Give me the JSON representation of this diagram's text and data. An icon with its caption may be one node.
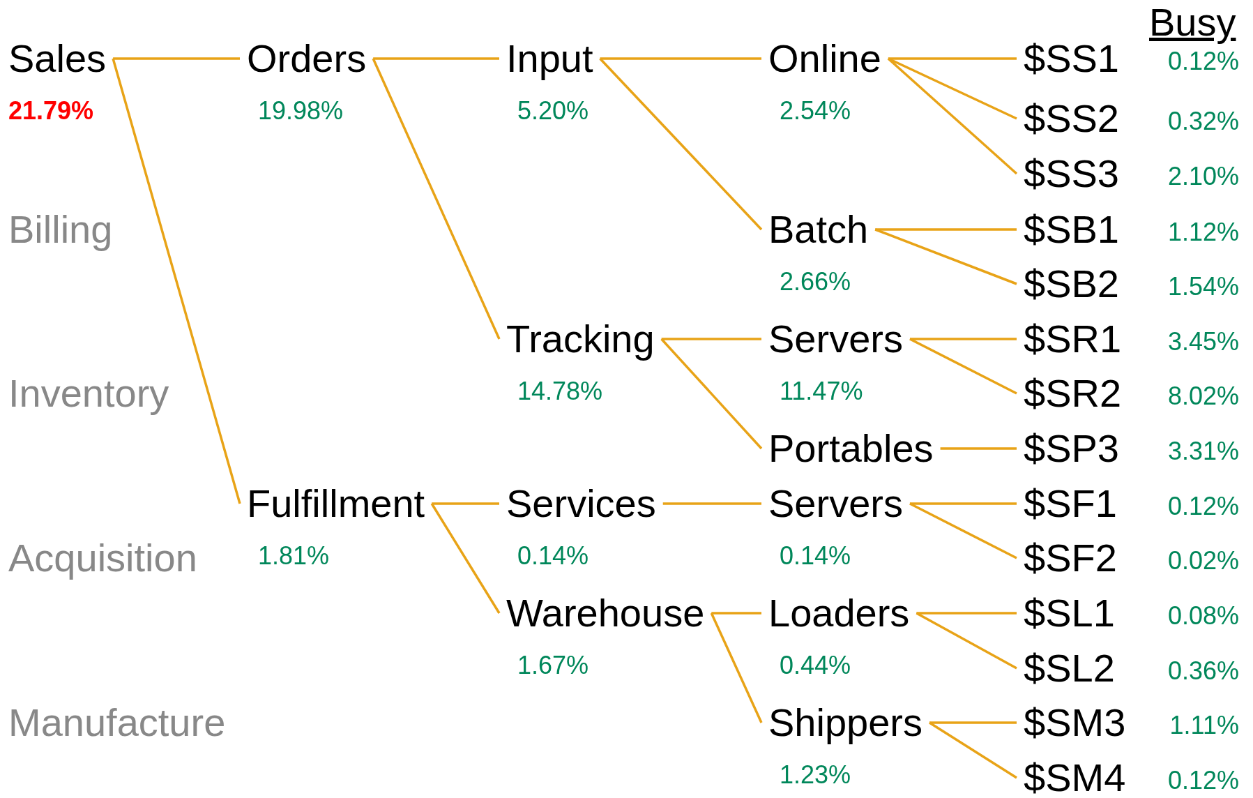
{
  "diagram": {
    "nodes": [
      {
        "text": [
          "Sales"
        ],
        "beside": [
          "21.79%"
        ]
      },
      {
        "text": [
          "Orders"
        ],
        "beside": [
          "19.98%"
        ]
      },
      {
        "text": [
          "Input"
        ],
        "beside": [
          "5.20%"
        ]
      },
      {
        "text": [
          "Online"
        ],
        "beside": [
          "2.54%"
        ]
      },
      {
        "text": [
          "$SS1"
        ],
        "beside": [
          "0.12%"
        ]
      },
      {
        "text": [
          "$SS2"
        ],
        "beside": [
          "0.32%"
        ]
      },
      {
        "text": [
          "$SS3"
        ],
        "beside": [
          "2.10%"
        ]
      },
      {
        "text": [
          "Batch"
        ],
        "beside": [
          "2.66%"
        ]
      },
      {
        "text": [
          "$SB1"
        ],
        "beside": [
          "1.12%"
        ]
      },
      {
        "text": [
          "$SB2"
        ],
        "beside": [
          "1.54%"
        ]
      },
      {
        "text": [
          "Tracking"
        ],
        "beside": [
          "14.78%"
        ]
      },
      {
        "text": [
          "Servers"
        ],
        "beside": [
          "11.47%"
        ]
      },
      {
        "text": [
          "$SR1"
        ],
        "beside": [
          "3.45%"
        ]
      },
      {
        "text": [
          "$SR2"
        ],
        "beside": [
          "8.02%"
        ]
      },
      {
        "text": [
          "Portables"
        ]
      },
      {
        "text": [
          "$SP3"
        ],
        "beside": [
          "3.31%"
        ]
      },
      {
        "text": [
          "Fulfillment"
        ],
        "beside": [
          "1.81%"
        ]
      },
      {
        "text": [
          "Services"
        ],
        "beside": [
          "0.14%"
        ]
      },
      {
        "text": [
          "Servers"
        ],
        "beside": [
          "0.14%"
        ]
      },
      {
        "text": [
          "$SF1"
        ],
        "beside": [
          "0.12%"
        ]
      },
      {
        "text": [
          "$SF2"
        ],
        "beside": [
          "0.02%"
        ]
      },
      {
        "text": [
          "Warehouse"
        ],
        "beside": [
          "1.67%"
        ]
      },
      {
        "text": [
          "Loaders"
        ],
        "beside": [
          "0.44%"
        ]
      },
      {
        "text": [
          "$SL1"
        ],
        "beside": [
          "0.08%"
        ]
      },
      {
        "text": [
          "$SL2"
        ],
        "beside": [
          "0.36%"
        ]
      },
      {
        "text": [
          "Shippers"
        ],
        "beside": [
          "1.23%"
        ]
      },
      {
        "text": [
          "$SM3"
        ],
        "beside": [
          "1.11%"
        ]
      },
      {
        "text": [
          "$SM4"
        ],
        "beside": [
          "0.12%"
        ]
      }
    ],
    "edges": [
      {
        "from": 0,
        "to": 1,
        "arrow": "none"
      },
      {
        "from": 0,
        "to": 16,
        "arrow": "none"
      },
      {
        "from": 1,
        "to": 2,
        "arrow": "none"
      },
      {
        "from": 1,
        "to": 10,
        "arrow": "none"
      },
      {
        "from": 2,
        "to": 3,
        "arrow": "none"
      },
      {
        "from": 2,
        "to": 7,
        "arrow": "none"
      },
      {
        "from": 3,
        "to": 4,
        "arrow": "none"
      },
      {
        "from": 3,
        "to": 5,
        "arrow": "none"
      },
      {
        "from": 3,
        "to": 6,
        "arrow": "none"
      },
      {
        "from": 7,
        "to": 8,
        "arrow": "none"
      },
      {
        "from": 7,
        "to": 9,
        "arrow": "none"
      },
      {
        "from": 10,
        "to": 11,
        "arrow": "none"
      },
      {
        "from": 10,
        "to": 14,
        "arrow": "none"
      },
      {
        "from": 11,
        "to": 12,
        "arrow": "none"
      },
      {
        "from": 11,
        "to": 13,
        "arrow": "none"
      },
      {
        "from": 14,
        "to": 15,
        "arrow": "none"
      },
      {
        "from": 16,
        "to": 17,
        "arrow": "none"
      },
      {
        "from": 16,
        "to": 21,
        "arrow": "none"
      },
      {
        "from": 17,
        "to": 18,
        "arrow": "none"
      },
      {
        "from": 18,
        "to": 19,
        "arrow": "none"
      },
      {
        "from": 18,
        "to": 20,
        "arrow": "none"
      },
      {
        "from": 21,
        "to": 22,
        "arrow": "none"
      },
      {
        "from": 21,
        "to": 25,
        "arrow": "none"
      },
      {
        "from": 22,
        "to": 23,
        "arrow": "none"
      },
      {
        "from": 22,
        "to": 24,
        "arrow": "none"
      },
      {
        "from": 25,
        "to": 26,
        "arrow": "none"
      },
      {
        "from": 25,
        "to": 27,
        "arrow": "none"
      }
    ],
    "labels": [
      "Busy",
      "Billing",
      "Inventory",
      "Acquisition",
      "Manufacture"
    ]
  }
}
